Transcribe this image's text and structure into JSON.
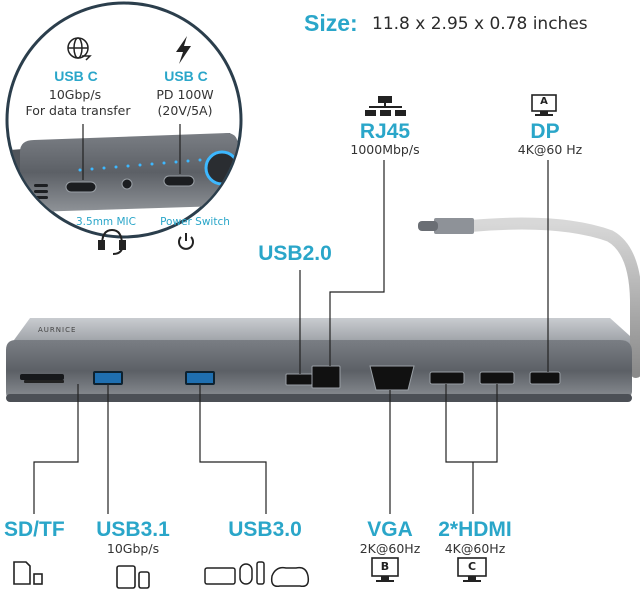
{
  "size": {
    "label": "Size:",
    "value": "11.8 x 2.95 x 0.78 inches"
  },
  "inset": {
    "usbc1": {
      "title": "USB C",
      "line1": "10Gbp/s",
      "line2": "For data transfer"
    },
    "usbc2": {
      "title": "USB C",
      "line1": "PD 100W",
      "line2": "(20V/5A)"
    },
    "mic": "3.5mm MIC",
    "power": "Power Switch"
  },
  "top_ports": {
    "rj45": {
      "title": "RJ45",
      "sub": "1000Mbp/s",
      "icon_letter": ""
    },
    "dp": {
      "title": "DP",
      "sub": "4K@60 Hz",
      "icon_letter": "A"
    },
    "usb20": {
      "title": "USB2.0"
    }
  },
  "bottom_ports": {
    "sdtf": {
      "title": "SD/TF"
    },
    "usb31": {
      "title": "USB3.1",
      "sub": "10Gbp/s"
    },
    "usb30": {
      "title": "USB3.0"
    },
    "vga": {
      "title": "VGA",
      "sub": "2K@60Hz",
      "icon_letter": "B"
    },
    "hdmi": {
      "title": "2*HDMI",
      "sub": "4K@60Hz",
      "icon_letter": "C"
    }
  },
  "brand": "AURNICE",
  "colors": {
    "accent": "#2aa6c9",
    "body": "#7d8186",
    "dark": "#2b2b2b"
  }
}
